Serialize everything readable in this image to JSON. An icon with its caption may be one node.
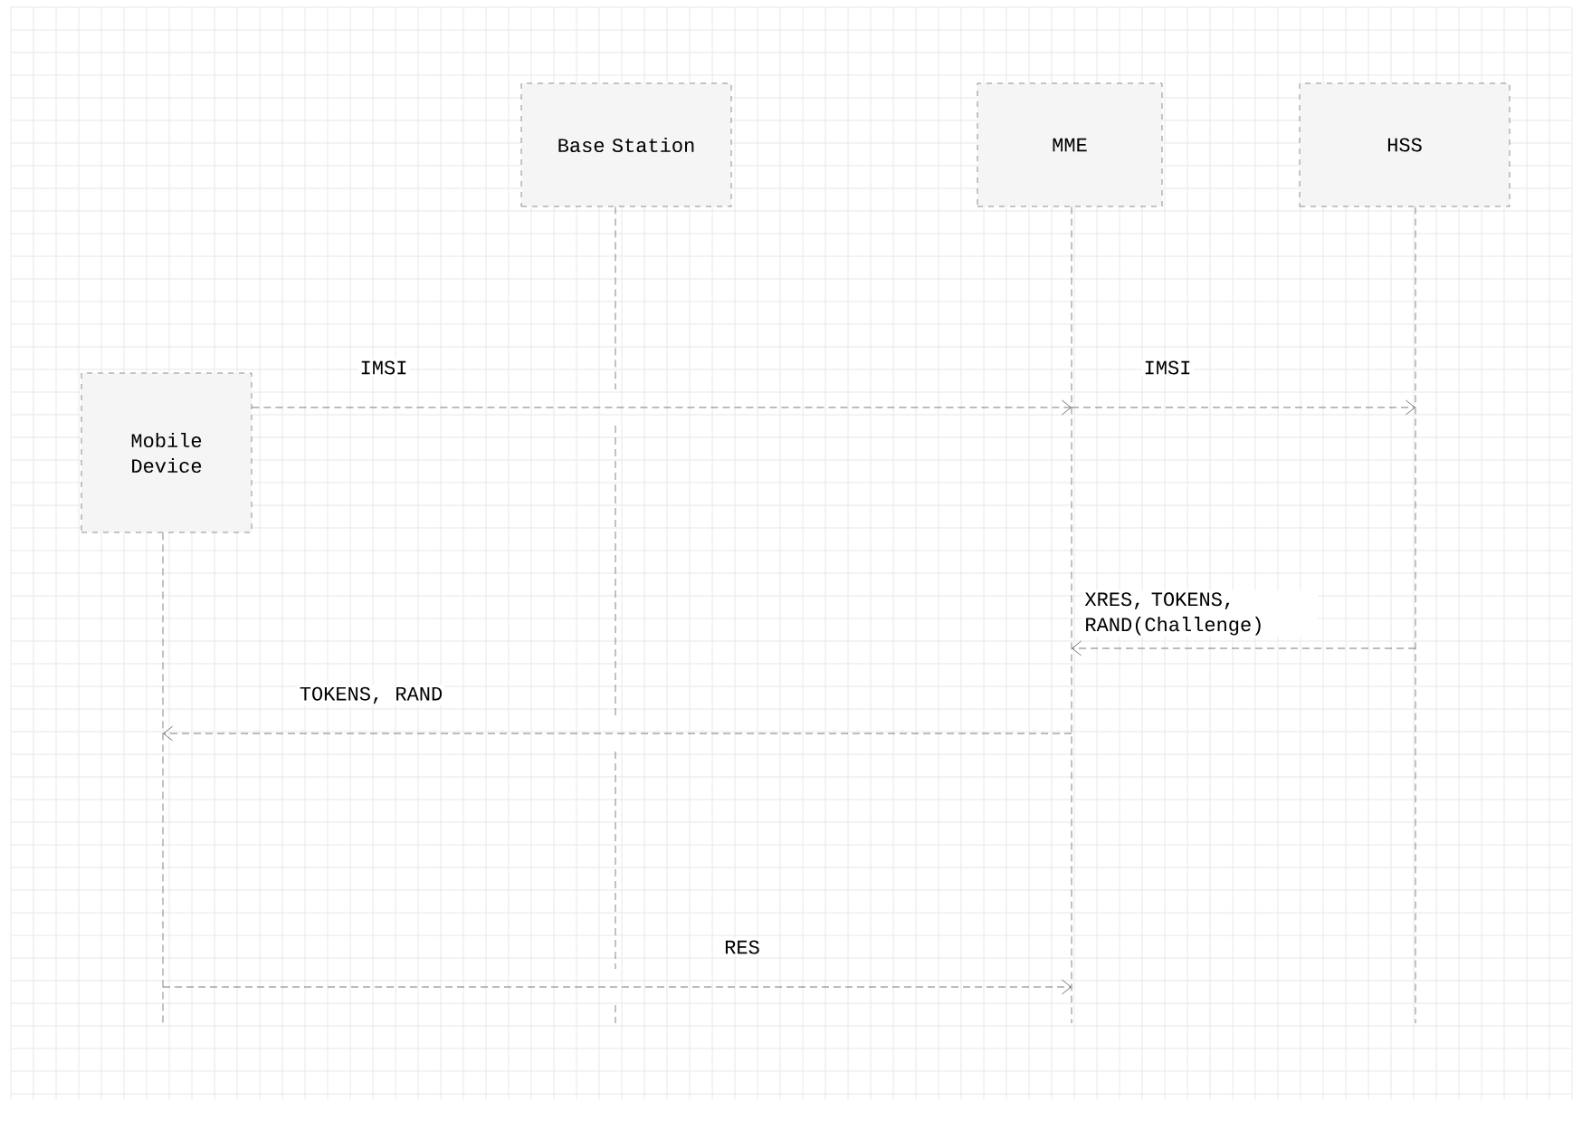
{
  "diagram": {
    "nodes": [
      {
        "text": [
          "Base Station"
        ]
      },
      {
        "text": [
          "MME"
        ]
      },
      {
        "text": [
          "HSS"
        ]
      },
      {
        "text": [
          "Mobile Device"
        ]
      }
    ],
    "edges": [
      {
        "from": 3,
        "to": 1,
        "arrow": "to",
        "label": "IMSI",
        "style": "dashed"
      },
      {
        "from": 1,
        "to": 2,
        "arrow": "to",
        "label": "IMSI",
        "style": "dashed"
      },
      {
        "from": 2,
        "to": 1,
        "arrow": "to",
        "label": "XRES, TOKENS, RAND(Challenge)",
        "style": "dashed"
      },
      {
        "from": 1,
        "to": 3,
        "arrow": "to",
        "label": "TOKENS, RAND",
        "style": "dashed"
      },
      {
        "from": 3,
        "to": 1,
        "arrow": "to",
        "label": "RES",
        "style": "dashed"
      }
    ]
  }
}
